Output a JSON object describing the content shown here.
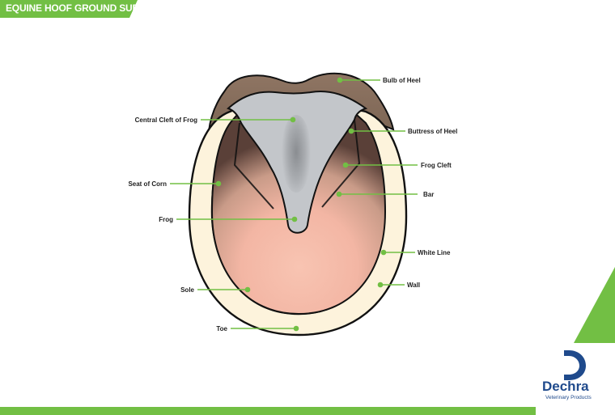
{
  "header": {
    "title": "EQUINE HOOF GROUND SURFACE"
  },
  "labels": {
    "bulb_of_heel": "Bulb of Heel",
    "central_cleft_of_frog": "Central Cleft of Frog",
    "buttress_of_heel": "Buttress of Heel",
    "frog_cleft": "Frog Cleft",
    "seat_of_corn": "Seat of Corn",
    "bar": "Bar",
    "frog": "Frog",
    "white_line": "White Line",
    "sole": "Sole",
    "wall": "Wall",
    "toe": "Toe"
  },
  "brand": {
    "name": "Dechra",
    "tagline": "Veterinary Products"
  },
  "colors": {
    "accent_green": "#72bf44",
    "bulb_brown": "#8a7160",
    "frog_grey": "#c3c6ca",
    "sole_pink": "#f5b9a6",
    "wall_cream": "#fdf3dc",
    "brand_blue": "#1f4a8c"
  }
}
